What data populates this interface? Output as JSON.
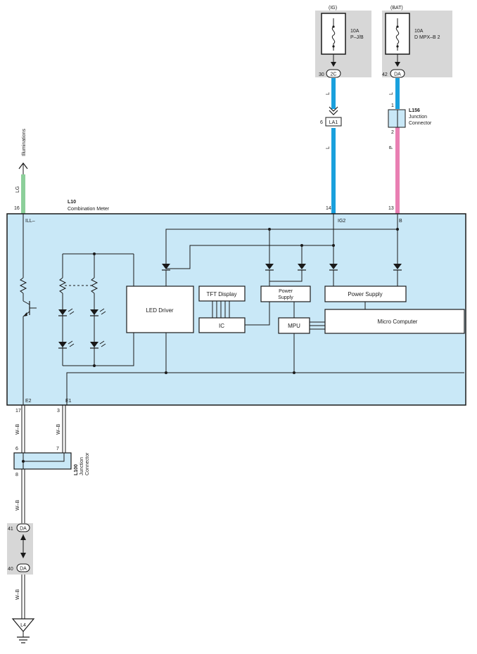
{
  "fuses": [
    {
      "source": "(IG)",
      "rating": "10A",
      "name": "P–J/B",
      "pin": "30",
      "connector": "2C"
    },
    {
      "source": "(BAT)",
      "rating": "10A",
      "name": "D MPX–B 2",
      "pin": "42",
      "connector": "DA"
    }
  ],
  "wires": {
    "ig_l_upper": "L",
    "ig_l_lower": "L",
    "bat_l": "L",
    "bat_p": "P",
    "lg": "LG",
    "e2_wb": "W–B",
    "e1_wb": "W–B",
    "ground_wb_1": "W–B",
    "ground_wb_2": "W–B"
  },
  "illumination": {
    "label": "Illuminations"
  },
  "la1": {
    "pin": "6",
    "label": "LA1"
  },
  "l156": {
    "id": "L156",
    "desc": "Junction Connector",
    "pin_top": "1",
    "pin_bottom": "2"
  },
  "meter": {
    "id": "L10",
    "name": "Combination Meter",
    "pins": {
      "ill_num": "16",
      "ig2_num": "14",
      "b_num": "13",
      "e2_num": "17",
      "e1_num": "3"
    },
    "terminals": {
      "ill": "ILL–",
      "ig2": "IG2",
      "b": "B",
      "e2": "E2",
      "e1": "E1"
    },
    "blocks": {
      "led_driver": "LED Driver",
      "tft_display": "TFT Display",
      "ic": "IC",
      "power_supply_small": [
        "Power",
        "Supply"
      ],
      "power_supply": "Power Supply",
      "mpu": "MPU",
      "micro_computer": "Micro Computer"
    }
  },
  "l100": {
    "id": "L100",
    "desc": [
      "Junction",
      "Connector"
    ],
    "pin6": "6",
    "pin7": "7",
    "pin8": "8"
  },
  "da_connectors": [
    {
      "pin": "41",
      "label": "DA"
    },
    {
      "pin": "40",
      "label": "DA"
    }
  ],
  "ground": {
    "label": "L4"
  },
  "colors": {
    "meter_fill": "#c9e8f7",
    "wire_blue": "#1aa0dd",
    "wire_pink": "#e97fb3",
    "wire_green": "#8ccf9a",
    "fuse_bg": "#d7d7d7"
  }
}
